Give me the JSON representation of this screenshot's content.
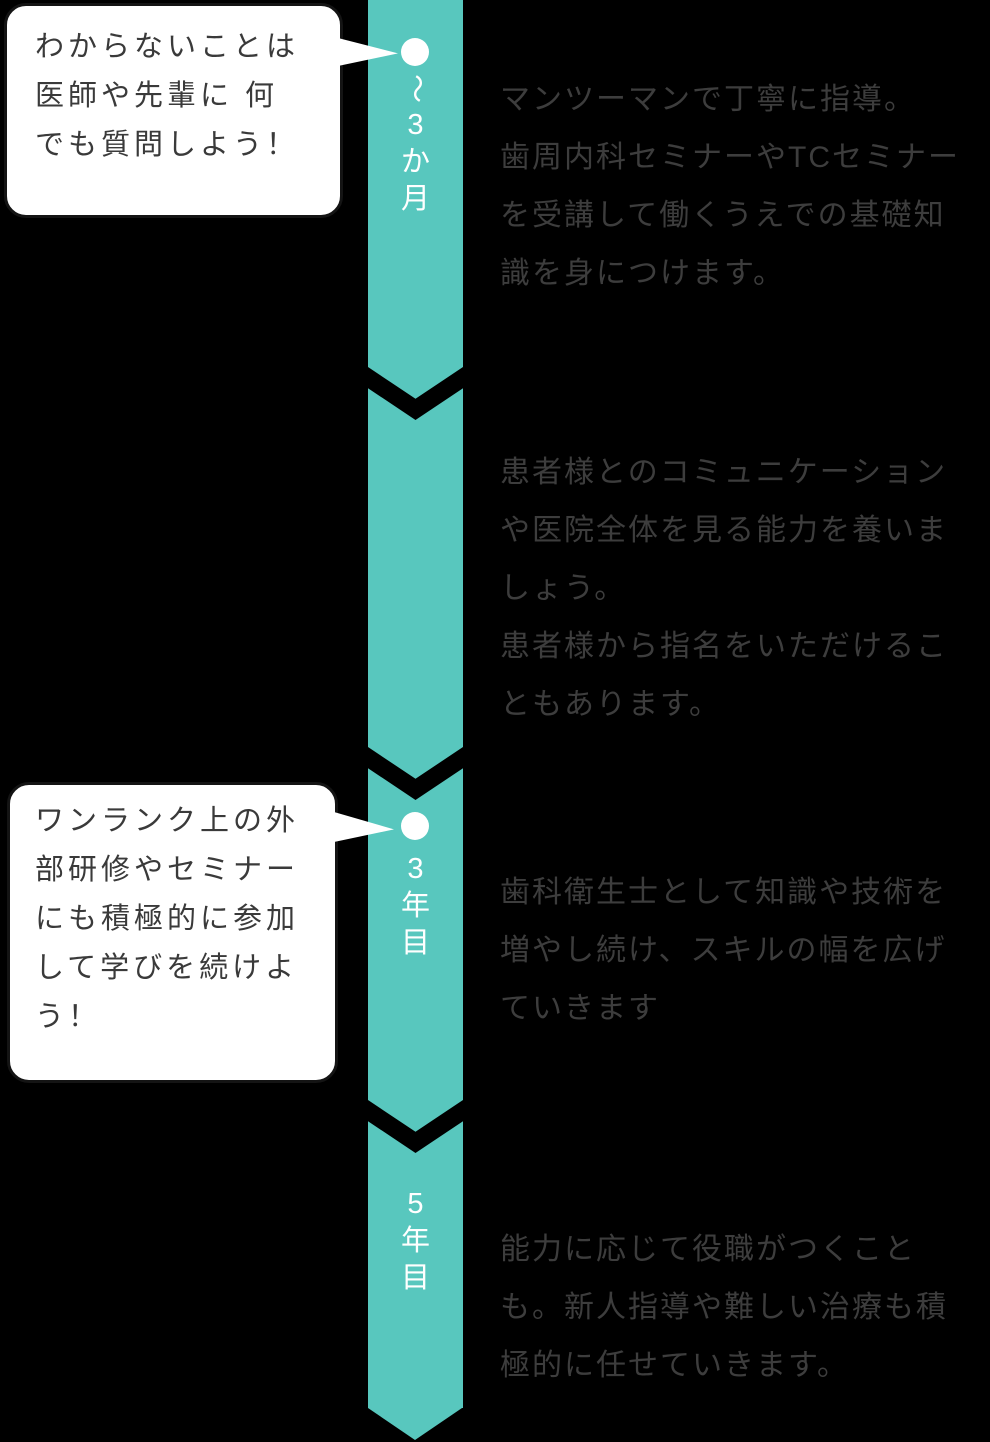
{
  "colors": {
    "background": "#000000",
    "ribbon_teal": "#58c7be",
    "label_white": "#ffffff",
    "description_text": "#3d3d3d",
    "bubble_text": "#3a3a3a"
  },
  "timeline": {
    "steps": [
      {
        "label": "〜3か月",
        "has_dot": true,
        "desc": [
          "マンツーマンで丁寧に指導。",
          "歯周内科セミナーやTCセミナー",
          "を受講して働くうえでの基礎知",
          "識を身につけます。"
        ]
      },
      {
        "label": "",
        "has_dot": false,
        "desc": [
          "患者様とのコミュニケーション",
          "や医院全体を見る能力を養いま",
          "しょう。",
          "患者様から指名をいただけるこ",
          "ともあります。"
        ]
      },
      {
        "label": "3年目",
        "has_dot": true,
        "desc": [
          "歯科衛生士として知識や技術を",
          "増やし続け、スキルの幅を広げ",
          "ていきます"
        ]
      },
      {
        "label": "5年目",
        "has_dot": false,
        "desc": [
          "能力に応じて役職がつくこと",
          "も。新人指導や難しい治療も積",
          "極的に任せていきます。"
        ]
      }
    ]
  },
  "speech_bubbles": [
    {
      "lines": [
        "わからないことは",
        "医師や先輩に 何",
        "でも質問しよう！"
      ]
    },
    {
      "lines": [
        "ワンランク上の外",
        "部研修やセミナー",
        "にも積極的に参加",
        "して学びを続けよ",
        "う！"
      ]
    }
  ]
}
